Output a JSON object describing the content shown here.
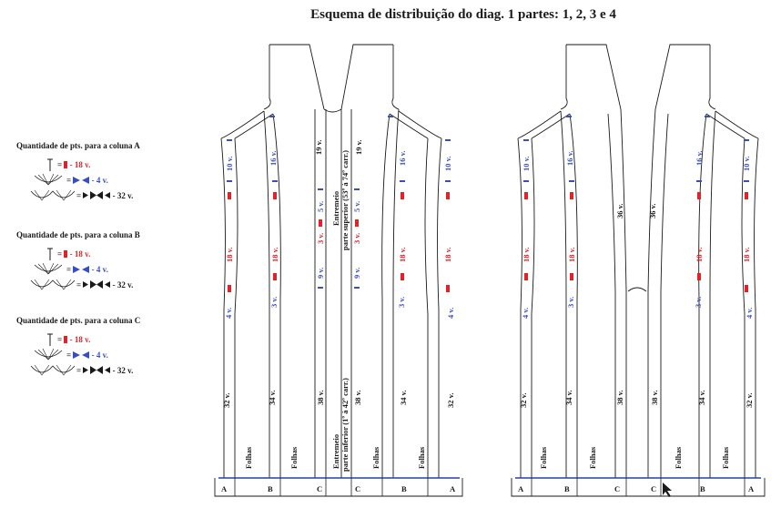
{
  "title": "Esquema de distribuição do diag. 1 partes: 1, 2, 3 e 4",
  "legend": [
    {
      "heading": "Quantidade de pts. para a  coluna A",
      "stitch_red": "- 18 v.",
      "stitch_blue": "- 4 v.",
      "stitch_black": "- 32 v."
    },
    {
      "heading": "Quantidade de pts. para a  coluna B",
      "stitch_red": "- 18 v.",
      "stitch_blue": "- 4 v.",
      "stitch_black": "- 32 v."
    },
    {
      "heading": "Quantidade de pts. para a coluna C",
      "stitch_red": "- 18 v.",
      "stitch_blue": "- 4 v.",
      "stitch_black": "- 32 v."
    }
  ],
  "legend_eq": "=",
  "left_piece": {
    "labels": {
      "v10": "10 v.",
      "v16": "16 v.",
      "v19": "19 v.",
      "v18": "18 v.",
      "v9": "9 v.",
      "v3": "3 v.",
      "v4": "4 v.",
      "v5": "5 v.",
      "v32": "32 v.",
      "v34": "34 v.",
      "v38": "38 v.",
      "folhas": "Folhas",
      "entremeio_top_1": "Entremeio",
      "entremeio_top_2": "parte superior (53º à 74º carr.)",
      "entremeio_bot_1": "Entremeio",
      "entremeio_bot_2": "parte inferior (1º à 42º carr.)"
    },
    "columns": [
      "A",
      "B",
      "C",
      "C",
      "B",
      "A"
    ]
  },
  "right_piece": {
    "labels": {
      "v36": "36 v."
    },
    "columns": [
      "A",
      "B",
      "C",
      "C",
      "B",
      "A"
    ]
  },
  "colors": {
    "red": "#e32127",
    "blue": "#3a4fbf",
    "base_line": "#2b3ea8",
    "ink": "#1a1a1a"
  }
}
